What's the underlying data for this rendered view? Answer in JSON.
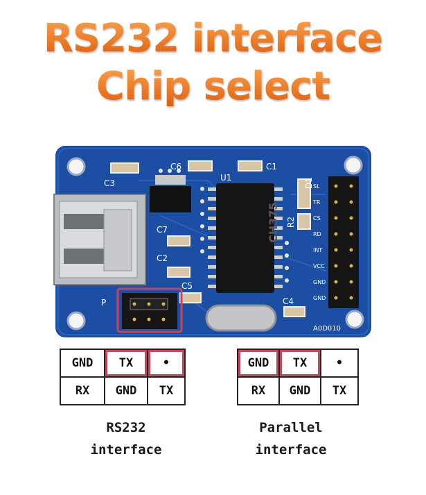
{
  "title": {
    "line1": "RS232 interface",
    "line2": "Chip select"
  },
  "board": {
    "labels": {
      "c3": "C3",
      "c6": "C6",
      "c1": "C1",
      "u1": "U1",
      "d1": "D1",
      "r2": "R2",
      "c7": "C7",
      "c2": "C2",
      "c5": "C5",
      "c4": "C4",
      "p": "P",
      "chip_marking": "CH375",
      "pin_labels": [
        "SL",
        "TR",
        "CS",
        "RD",
        "INT",
        "VCC",
        "GND",
        "GND"
      ],
      "bottom_text": "A0D010"
    },
    "colors": {
      "pcb": "#1c4fa3",
      "pcb_dark": "#153f86",
      "highlight": "#c6455a",
      "title": "#e9741c"
    }
  },
  "rs232_table": {
    "rows": [
      [
        "GND",
        "TX",
        "•"
      ],
      [
        "RX",
        "GND",
        "TX"
      ]
    ],
    "caption": "RS232\ninterface"
  },
  "parallel_table": {
    "rows": [
      [
        "GND",
        "TX",
        "•"
      ],
      [
        "RX",
        "GND",
        "TX"
      ]
    ],
    "caption": "Parallel\ninterface"
  }
}
